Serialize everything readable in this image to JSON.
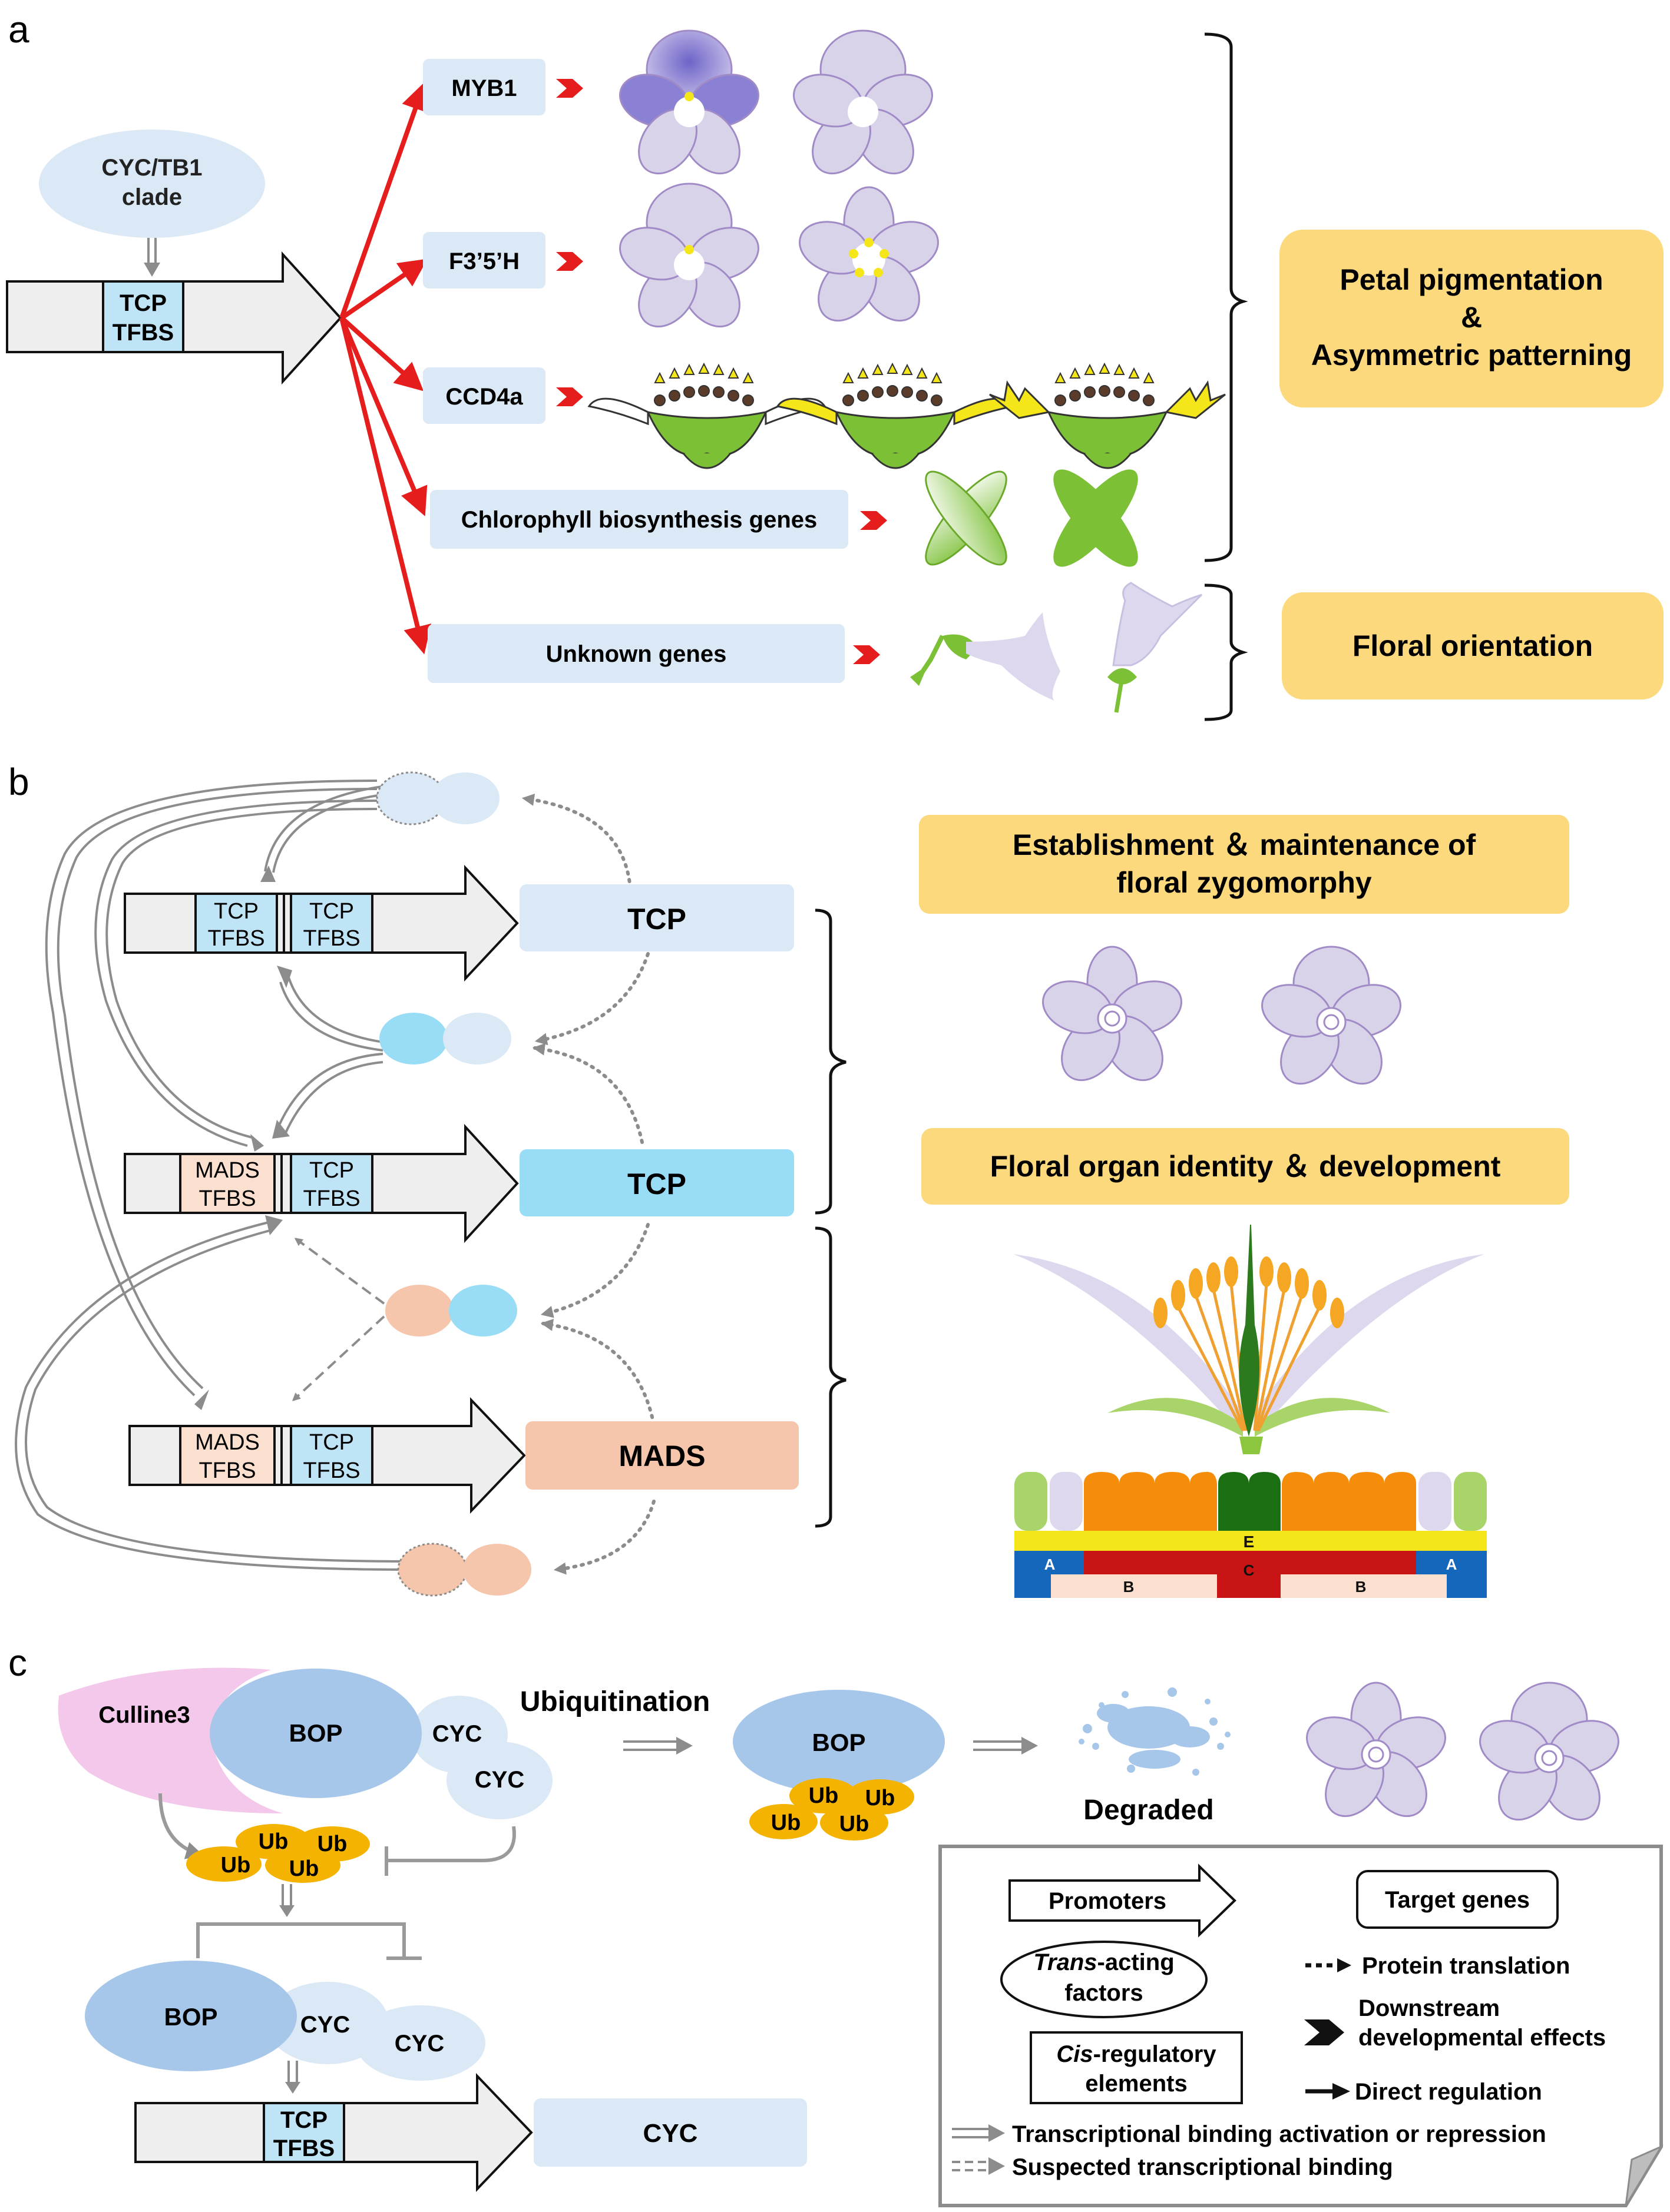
{
  "panels": {
    "a": "a",
    "b": "b",
    "c": "c"
  },
  "a": {
    "clade": [
      "CYC/TB1",
      "clade"
    ],
    "promoter_box": [
      "TCP",
      "TFBS"
    ],
    "targets": [
      "MYB1",
      "F3’5’H",
      "CCD4a",
      "Chlorophyll biosynthesis genes",
      "Unknown genes"
    ],
    "outcome_pigment": [
      "Petal pigmentation",
      "&",
      "Asymmetric patterning"
    ],
    "outcome_orientation": "Floral orientation"
  },
  "b": {
    "promoter1": [
      [
        "TCP",
        "TFBS"
      ],
      [
        "TCP",
        "TFBS"
      ]
    ],
    "promoter2": [
      [
        "MADS",
        "TFBS"
      ],
      [
        "TCP",
        "TFBS"
      ]
    ],
    "promoter3": [
      [
        "MADS",
        "TFBS"
      ],
      [
        "TCP",
        "TFBS"
      ]
    ],
    "gene1": "TCP",
    "gene2": "TCP",
    "gene3": "MADS",
    "outcome_zygomorphy": [
      "Establishment ＆ maintenance of",
      "floral zygomorphy"
    ],
    "outcome_organ": "Floral organ identity ＆ development",
    "abc_labels": {
      "e": "E",
      "c": "C",
      "a_left": "A",
      "a_right": "A",
      "b_left": "B",
      "b_right": "B"
    }
  },
  "c": {
    "culline": "Culline3",
    "bop": "BOP",
    "cyc": "CYC",
    "ubiquitination": "Ubiquitination",
    "ub": "Ub",
    "degraded": "Degraded",
    "promoter_box": [
      "TCP",
      "TFBS"
    ],
    "gene": "CYC"
  },
  "legend": {
    "promoters": "Promoters",
    "target_genes": "Target genes",
    "trans_italic": "Trans",
    "trans_rest": "-acting",
    "trans_line2": "factors",
    "cis_italic": "Cis",
    "cis_rest": "-regulatory",
    "cis_line2": "elements",
    "protein_translation": "Protein translation",
    "downstream": [
      "Downstream",
      "developmental  effects"
    ],
    "direct": "Direct regulation",
    "binding": "Transcriptional binding activation or repression",
    "suspected": "Suspected transcriptional binding"
  },
  "colors": {
    "gene_box": "#dbe8f5",
    "tcp_bright": "#99dcf5",
    "mads": "#f5c6ab",
    "outcome": "#fcd97d",
    "red_arrow": "#e51d1d",
    "petal": "#d9d3ea",
    "petal_stroke": "#a08bc6",
    "green": "#86c22a",
    "bop": "#a7c7ea",
    "culline": "#f3c8ea",
    "ub": "#f5b301"
  }
}
